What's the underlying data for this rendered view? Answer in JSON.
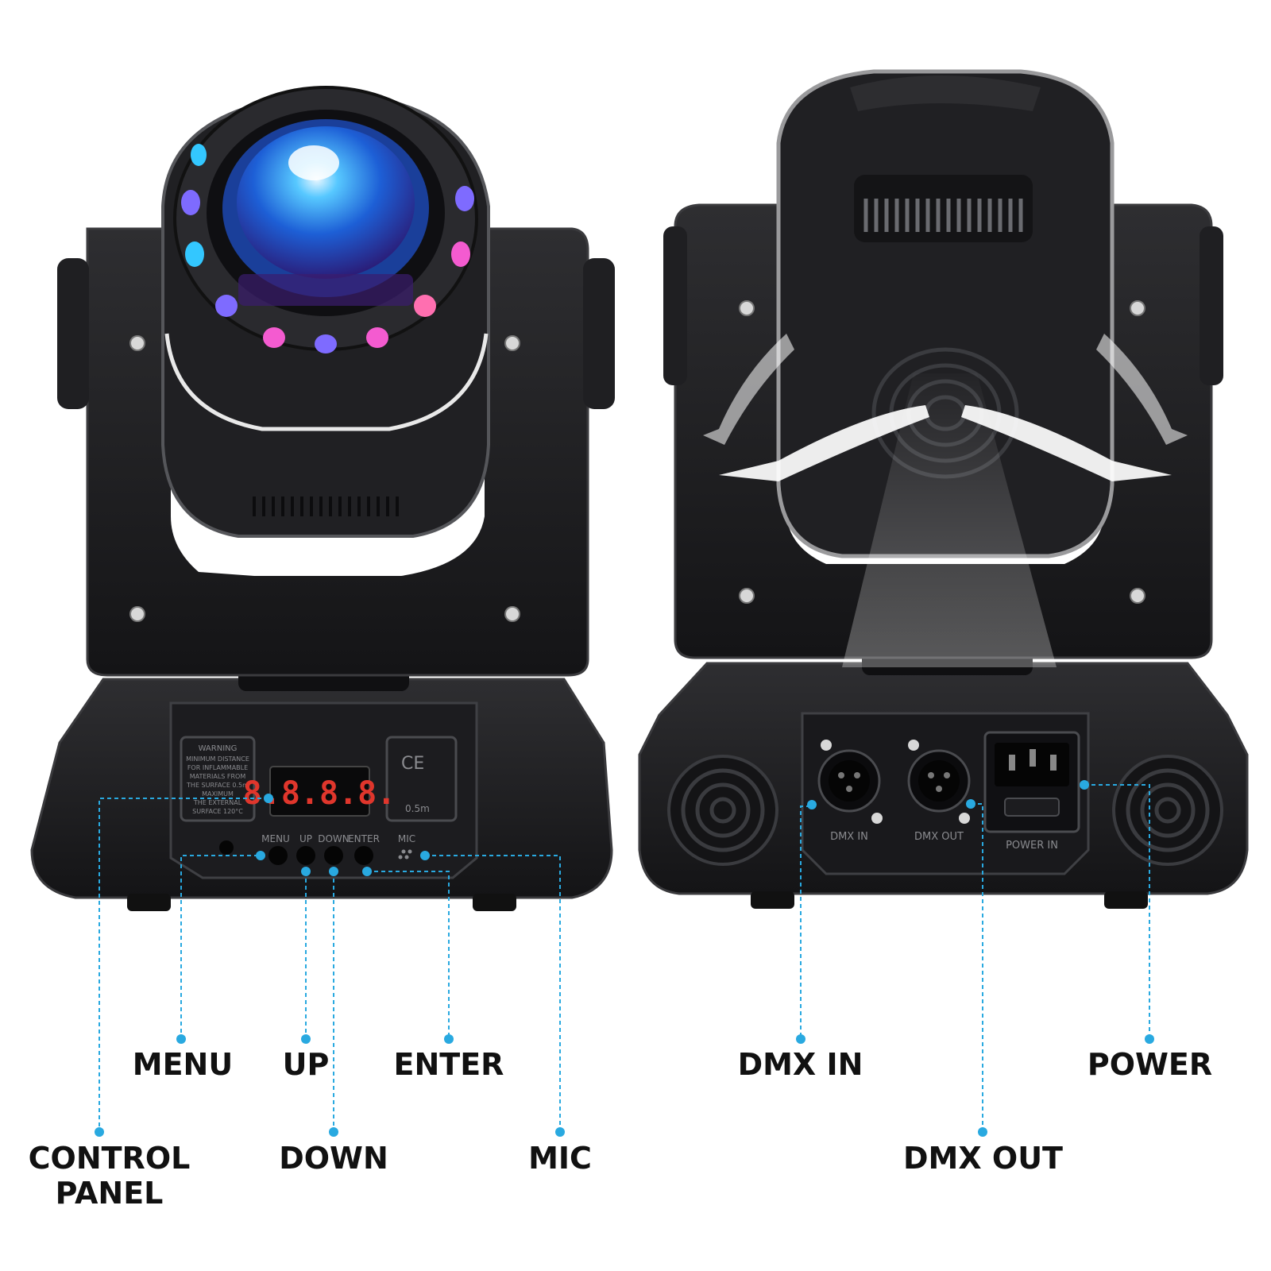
{
  "colors": {
    "background": "#ffffff",
    "body": "#1b1b1d",
    "body_edge": "#3a3a3d",
    "accent_line": "#29a9e0",
    "display_digits": "#e0362c",
    "led_ring": [
      "#f45bd0",
      "#7e6bff",
      "#33c7ff",
      "#ff6fb0"
    ]
  },
  "front_panel": {
    "display_value": "8.8.8.8.",
    "warning_label": [
      "WARNING",
      "MINIMUM DISTANCE",
      "FOR INFLAMMABLE",
      "MATERIALS FROM",
      "THE SURFACE 0.5m",
      "MAXIMUM",
      "THE EXTERNAL",
      "SURFACE 120°C"
    ],
    "cert_marks": [
      "CE",
      "0.5m"
    ],
    "button_labels": [
      "MENU",
      "UP",
      "DOWN",
      "ENTER",
      "MIC"
    ]
  },
  "rear_panel": {
    "port_labels": [
      "DMX IN",
      "DMX OUT",
      "POWER IN"
    ]
  },
  "callouts": {
    "menu": "MENU",
    "up": "UP",
    "enter": "ENTER",
    "control_panel_line1": "CONTROL",
    "control_panel_line2": "PANEL",
    "down": "DOWN",
    "mic": "MIC",
    "dmx_in": "DMX IN",
    "power": "POWER",
    "dmx_out": "DMX OUT"
  },
  "icons": [
    "xlr-socket-icon",
    "iec-power-socket-icon",
    "speaker-grille-icon",
    "airflow-arrow-icon",
    "screw-icon"
  ]
}
